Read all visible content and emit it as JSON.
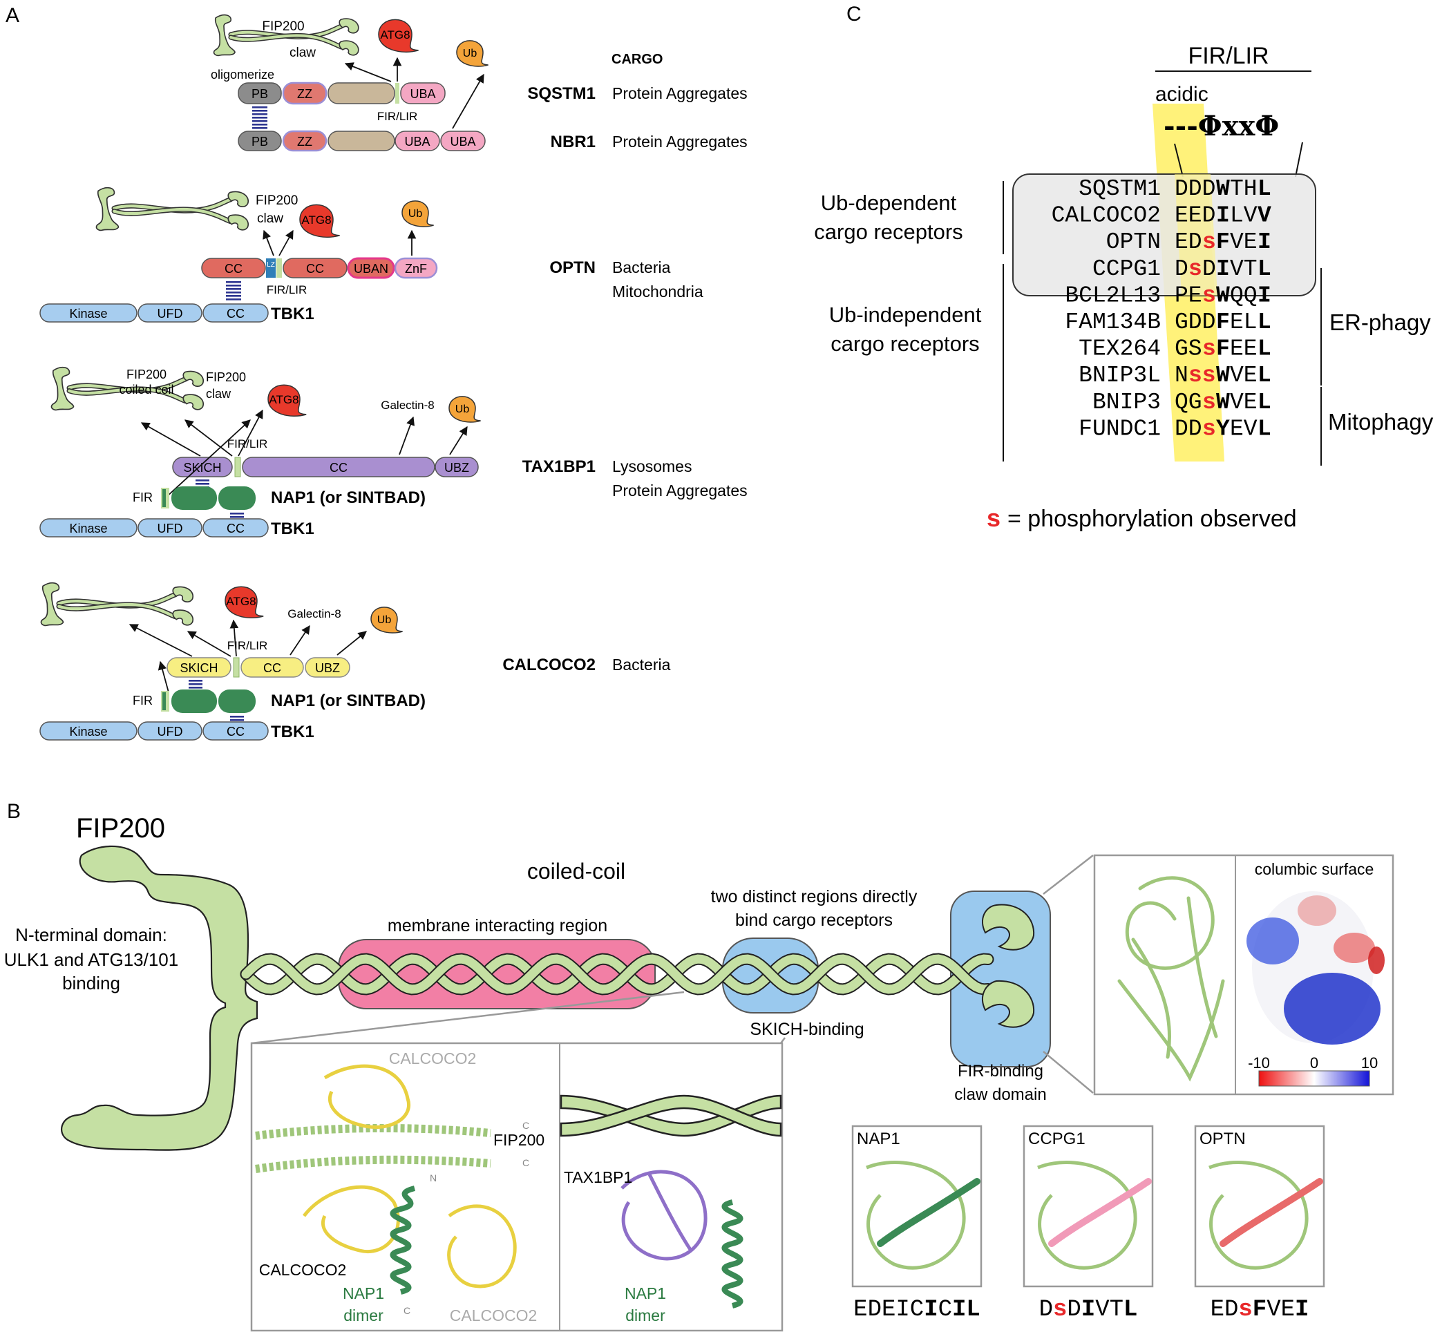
{
  "panel_a": {
    "label": "A",
    "cargo_header": "CARGO",
    "shared": {
      "fip200": "FIP200",
      "claw": "claw",
      "coiled_coil": "coiled coil",
      "oligomerize": "oligomerize",
      "fir_lir": "FIR/LIR",
      "fir": "FIR",
      "atg8": "ATG8",
      "ub": "Ub",
      "galectin8": "Galectin-8",
      "nap1": "NAP1 (or SINTBAD)",
      "tbk1": "TBK1",
      "kinase": "Kinase",
      "ufd": "UFD",
      "cc": "CC"
    },
    "sqstm1": {
      "name": "SQSTM1",
      "cargo": "Protein Aggregates",
      "domains": [
        "PB",
        "ZZ",
        "UBA"
      ]
    },
    "nbr1": {
      "name": "NBR1",
      "cargo": "Protein Aggregates",
      "domains": [
        "PB",
        "ZZ",
        "UBA",
        "UBA"
      ]
    },
    "optn": {
      "name": "OPTN",
      "cargo": [
        "Bacteria",
        "Mitochondria"
      ],
      "domains": [
        "CC",
        "LZ",
        "CC",
        "UBAN",
        "ZnF"
      ]
    },
    "tax1bp1": {
      "name": "TAX1BP1",
      "cargo": [
        "Lysosomes",
        "Protein Aggregates"
      ],
      "domains": [
        "SKICH",
        "CC",
        "UBZ"
      ]
    },
    "calcoco2": {
      "name": "CALCOCO2",
      "cargo": "Bacteria",
      "domains": [
        "SKICH",
        "CC",
        "UBZ"
      ]
    }
  },
  "panel_b": {
    "label": "B",
    "title": "FIP200",
    "coiled_coil": "coiled-coil",
    "ntd": [
      "N-terminal domain:",
      "ULK1 and ATG13/101",
      "binding"
    ],
    "membrane": "membrane interacting region",
    "two_regions": [
      "two distinct regions directly",
      "bind cargo receptors"
    ],
    "skich_binding": "SKICH-binding",
    "claw_domain": [
      "FIR-binding",
      "claw domain"
    ],
    "columbic": "columbic surface",
    "scale": {
      "min": "-10",
      "mid": "0",
      "max": "10"
    },
    "structure_labels": {
      "calcoco2": "CALCOCO2",
      "fip200": "FIP200",
      "tax1bp1": "TAX1BP1",
      "nap1": "NAP1",
      "dimer": "dimer",
      "c": "C",
      "n": "N"
    },
    "complexes": [
      {
        "name": "NAP1",
        "seq": [
          [
            "EDEIC",
            "n"
          ],
          [
            "I",
            "b"
          ],
          [
            "C",
            "n"
          ],
          [
            "IL",
            "b"
          ]
        ]
      },
      {
        "name": "CCPG1",
        "seq": [
          [
            "D",
            "n"
          ],
          [
            "s",
            "r"
          ],
          [
            "D",
            "n"
          ],
          [
            "I",
            "b"
          ],
          [
            "VT",
            "n"
          ],
          [
            "L",
            "b"
          ]
        ]
      },
      {
        "name": "OPTN",
        "seq": [
          [
            "ED",
            "n"
          ],
          [
            "s",
            "r"
          ],
          [
            "F",
            "b"
          ],
          [
            "VE",
            "n"
          ],
          [
            "I",
            "b"
          ]
        ]
      }
    ]
  },
  "panel_c": {
    "label": "C",
    "fir_lir": "FIR/LIR",
    "acidic": "acidic",
    "motif": "---ΦxxΦ",
    "group_ub_dep": [
      "Ub-dependent",
      "cargo receptors"
    ],
    "group_ub_indep": [
      "Ub-independent",
      "cargo receptors"
    ],
    "er_phagy": "ER-phagy",
    "mitophagy": "Mitophagy",
    "legend_s": "s",
    "legend_text": "= phosphorylation observed",
    "rows": [
      {
        "name": "SQSTM1",
        "acid": [
          [
            "DDD",
            "n"
          ]
        ],
        "core": [
          [
            "W",
            "b"
          ],
          [
            "TH",
            "n"
          ],
          [
            "L",
            "b"
          ]
        ]
      },
      {
        "name": "CALCOCO2",
        "acid": [
          [
            "EED",
            "n"
          ]
        ],
        "core": [
          [
            "I",
            "b"
          ],
          [
            "LV",
            "n"
          ],
          [
            "V",
            "b"
          ]
        ]
      },
      {
        "name": "OPTN",
        "acid": [
          [
            "ED",
            "n"
          ],
          [
            "s",
            "r"
          ]
        ],
        "core": [
          [
            "F",
            "b"
          ],
          [
            "VE",
            "n"
          ],
          [
            "I",
            "b"
          ]
        ]
      },
      {
        "name": "CCPG1",
        "acid": [
          [
            "D",
            "n"
          ],
          [
            "s",
            "r"
          ],
          [
            "D",
            "n"
          ]
        ],
        "core": [
          [
            "I",
            "b"
          ],
          [
            "VT",
            "n"
          ],
          [
            "L",
            "b"
          ]
        ]
      },
      {
        "name": "BCL2L13",
        "acid": [
          [
            "PE",
            "n"
          ],
          [
            "s",
            "r"
          ]
        ],
        "core": [
          [
            "W",
            "b"
          ],
          [
            "QQ",
            "n"
          ],
          [
            "I",
            "b"
          ]
        ]
      },
      {
        "name": "FAM134B",
        "acid": [
          [
            "GDD",
            "n"
          ]
        ],
        "core": [
          [
            "F",
            "b"
          ],
          [
            "EL",
            "n"
          ],
          [
            "L",
            "b"
          ]
        ]
      },
      {
        "name": "TEX264",
        "acid": [
          [
            "GS",
            "n"
          ],
          [
            "s",
            "r"
          ]
        ],
        "core": [
          [
            "F",
            "b"
          ],
          [
            "EE",
            "n"
          ],
          [
            "L",
            "b"
          ]
        ]
      },
      {
        "name": "BNIP3L",
        "acid": [
          [
            "N",
            "n"
          ],
          [
            "ss",
            "r"
          ]
        ],
        "core": [
          [
            "W",
            "b"
          ],
          [
            "VE",
            "n"
          ],
          [
            "L",
            "b"
          ]
        ]
      },
      {
        "name": "BNIP3",
        "acid": [
          [
            "QG",
            "n"
          ],
          [
            "s",
            "r"
          ]
        ],
        "core": [
          [
            "W",
            "b"
          ],
          [
            "VE",
            "n"
          ],
          [
            "L",
            "b"
          ]
        ]
      },
      {
        "name": "FUNDC1",
        "acid": [
          [
            "DD",
            "n"
          ],
          [
            "s",
            "r"
          ]
        ],
        "core": [
          [
            "Y",
            "b"
          ],
          [
            "EV",
            "n"
          ],
          [
            "L",
            "b"
          ]
        ]
      }
    ]
  },
  "colors": {
    "fip200": "#c5e0a3",
    "atg8": "#e8392b",
    "ub": "#f4a43a",
    "pb": "#8c8c8c",
    "zz": "#e07870",
    "tan": "#c9b79a",
    "uba": "#f4a7c3",
    "optn_cc": "#e06a60",
    "tbk1": "#a7cdef",
    "skich_purple": "#a98fd0",
    "skich_yellow": "#f7ee82",
    "nap1": "#3a8a55",
    "membrane": "#f27fa5",
    "claw_box": "#9ac9ee",
    "highlight": "#fff27a",
    "phospho": "#e8282a"
  }
}
